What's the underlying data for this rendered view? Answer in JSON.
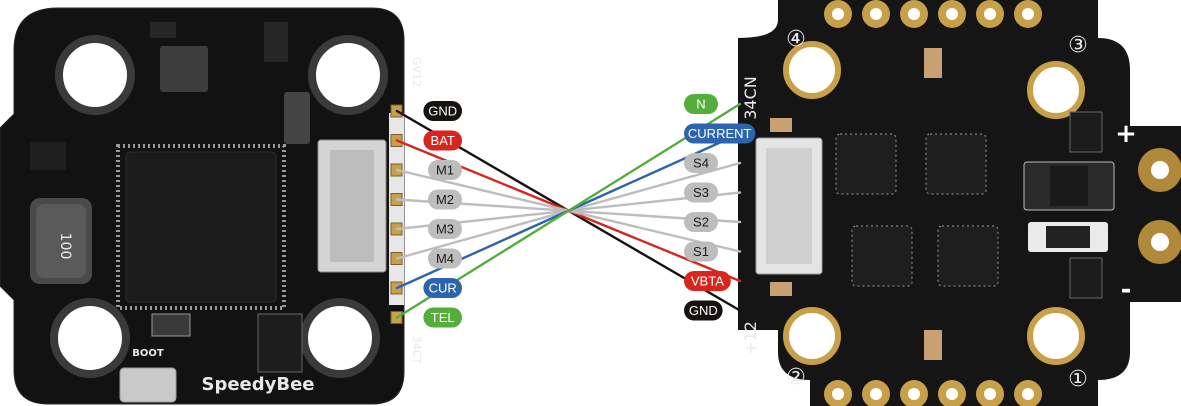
{
  "colors": {
    "background": "#ffffff",
    "pcb": "#111111",
    "gnd": "#161210",
    "power": "#d7261e",
    "current": "#2c65ad",
    "telemetry": "#55ad3c",
    "motor": "#bdbdbd",
    "pad_gold": "#c8a04a"
  },
  "fc_board": {
    "brand": "SpeedyBee",
    "boot_label": "BOOT",
    "connector_label_top": "GV12",
    "connector_label_bottom": "34CT",
    "inductor_label": "100",
    "pins": [
      {
        "label": "GND",
        "color": "gnd"
      },
      {
        "label": "BAT",
        "color": "power"
      },
      {
        "label": "M1",
        "color": "motor"
      },
      {
        "label": "M2",
        "color": "motor"
      },
      {
        "label": "M3",
        "color": "motor"
      },
      {
        "label": "M4",
        "color": "motor"
      },
      {
        "label": "CUR",
        "color": "current"
      },
      {
        "label": "TEL",
        "color": "telemetry"
      }
    ]
  },
  "esc_board": {
    "connector_label_top": "34CN",
    "connector_label_bottom": "+12",
    "plus_label": "+",
    "minus_label": "-",
    "motor_numbers": [
      "④",
      "③",
      "②",
      "①"
    ],
    "pins": [
      {
        "label": "N",
        "color": "telemetry"
      },
      {
        "label": "CURRENT",
        "color": "current"
      },
      {
        "label": "S4",
        "color": "motor"
      },
      {
        "label": "S3",
        "color": "motor"
      },
      {
        "label": "S2",
        "color": "motor"
      },
      {
        "label": "S1",
        "color": "motor"
      },
      {
        "label": "VBTA",
        "color": "power"
      },
      {
        "label": "GND",
        "color": "gnd"
      }
    ]
  },
  "connections": [
    {
      "from": "GND",
      "to": "GND",
      "color": "gnd"
    },
    {
      "from": "BAT",
      "to": "VBTA",
      "color": "power"
    },
    {
      "from": "M1",
      "to": "S1",
      "color": "motor"
    },
    {
      "from": "M2",
      "to": "S2",
      "color": "motor"
    },
    {
      "from": "M3",
      "to": "S3",
      "color": "motor"
    },
    {
      "from": "M4",
      "to": "S4",
      "color": "motor"
    },
    {
      "from": "CUR",
      "to": "CURRENT",
      "color": "current"
    },
    {
      "from": "TEL",
      "to": "N",
      "color": "telemetry"
    }
  ]
}
